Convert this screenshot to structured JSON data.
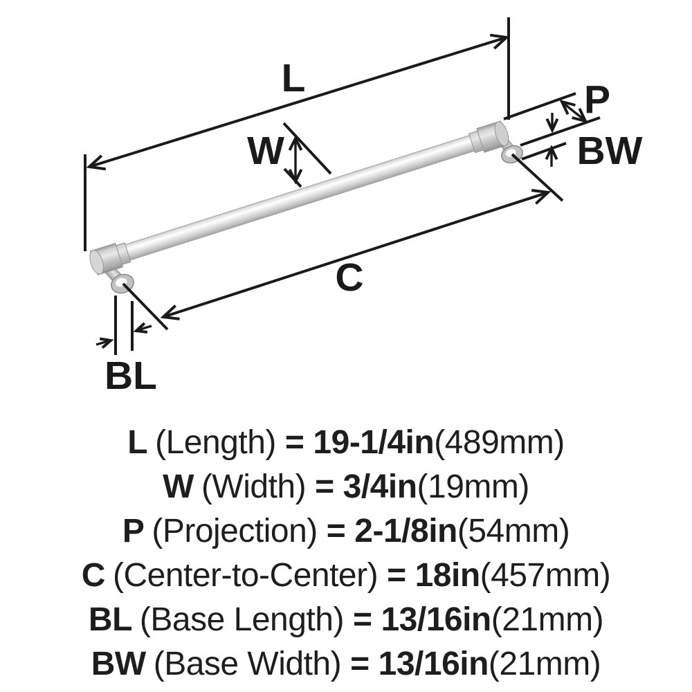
{
  "diagram": {
    "description": "Dimension diagram of a metal bar cabinet pull shown diagonally with dimension callouts",
    "dim_labels": {
      "length": "L",
      "width": "W",
      "projection": "P",
      "center_to_center": "C",
      "base_length": "BL",
      "base_width": "BW"
    }
  },
  "spec_table": {
    "rows": [
      {
        "symbol": "L",
        "name": "(Length)",
        "eq": "=",
        "inch": "19-1/4in",
        "mm": "(489mm)"
      },
      {
        "symbol": "W",
        "name": "(Width)",
        "eq": "=",
        "inch": "3/4in",
        "mm": "(19mm)"
      },
      {
        "symbol": "P",
        "name": "(Projection)",
        "eq": "=",
        "inch": "2-1/8in",
        "mm": "(54mm)"
      },
      {
        "symbol": "C",
        "name": "(Center-to-Center)",
        "eq": "=",
        "inch": "18in",
        "mm": "(457mm)"
      },
      {
        "symbol": "BL",
        "name": "(Base Length)",
        "eq": "=",
        "inch": "13/16in",
        "mm": "(21mm)"
      },
      {
        "symbol": "BW",
        "name": "(Base Width)",
        "eq": "=",
        "inch": "13/16in",
        "mm": "(21mm)"
      }
    ]
  },
  "colors": {
    "background": "#ffffff",
    "line_color": "#1a1a1a",
    "text_color": "#1e1e1e",
    "metal_highlight": "#ffffff",
    "metal_mid": "#c8c8c8",
    "metal_dark": "#8f8f8f"
  }
}
